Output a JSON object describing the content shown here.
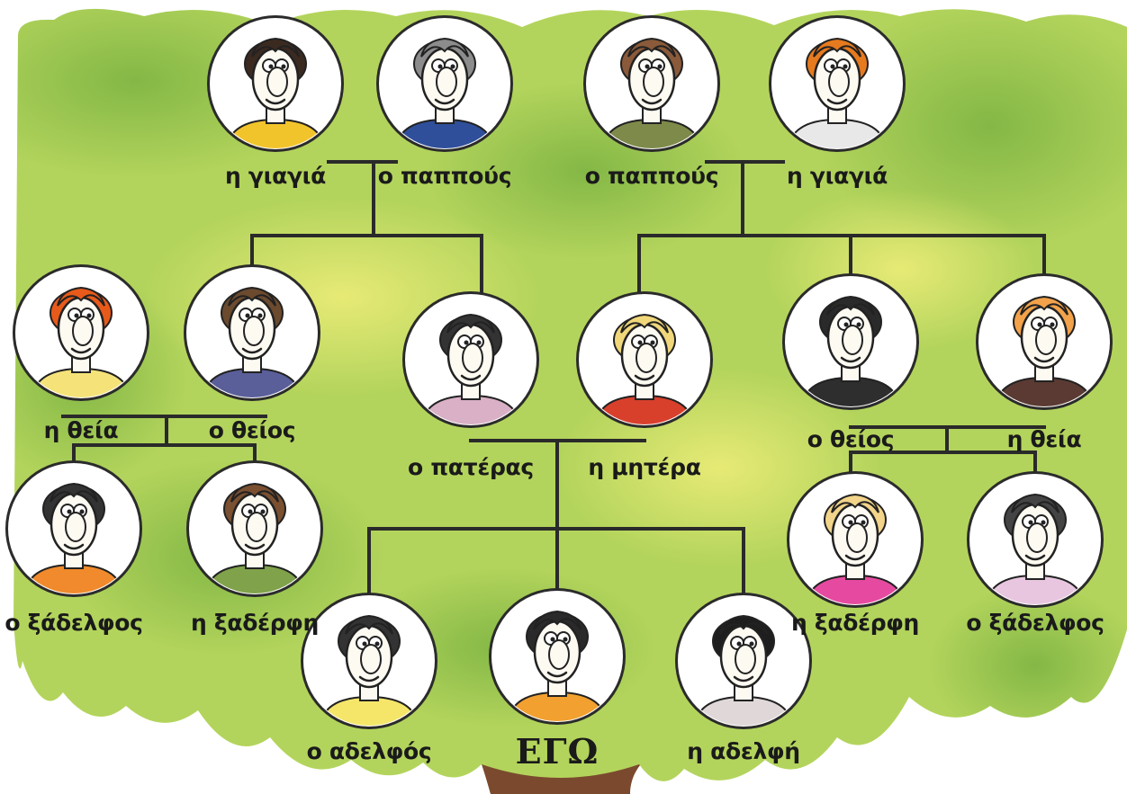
{
  "colors": {
    "foliage_light": "#e9ec74",
    "foliage_mid": "#b3d45c",
    "foliage_dark": "#6aa83a",
    "trunk": "#7b4a2e",
    "line": "#2a2a2a",
    "label": "#1a1a1a"
  },
  "people": [
    {
      "id": "grandmother_paternal",
      "label": "η γιαγιά",
      "icon": "curly-dark-hair-woman-icon",
      "hair": "#3b2a20",
      "shirt": "#f2c42c"
    },
    {
      "id": "grandfather_paternal",
      "label": "ο παππούς",
      "icon": "bald-old-man-icon",
      "hair": "#8c8c8c",
      "shirt": "#2f4f9a"
    },
    {
      "id": "grandfather_maternal",
      "label": "ο παππούς",
      "icon": "hat-bearded-man-icon",
      "hair": "#8a5a3a",
      "shirt": "#7d8a4a"
    },
    {
      "id": "grandmother_maternal",
      "label": "η γιαγιά",
      "icon": "orange-curly-hair-woman-icon",
      "hair": "#e67a1e",
      "shirt": "#e8e8e8"
    },
    {
      "id": "aunt_paternal",
      "label": "η θεία",
      "icon": "orange-hair-woman-icon",
      "hair": "#e85a1a",
      "shirt": "#f5e37a"
    },
    {
      "id": "uncle_paternal",
      "label": "ο θείος",
      "icon": "glasses-man-icon",
      "hair": "#6b4a2e",
      "shirt": "#5a5f9a"
    },
    {
      "id": "father",
      "label": "ο πατέρας",
      "icon": "mustache-man-icon",
      "hair": "#333333",
      "shirt": "#d9b0c6"
    },
    {
      "id": "mother",
      "label": "η μητέρα",
      "icon": "blonde-woman-icon",
      "hair": "#f0d77a",
      "shirt": "#d8402c"
    },
    {
      "id": "uncle_maternal",
      "label": "ο θείος",
      "icon": "spiky-hair-man-icon",
      "hair": "#2a2a2a",
      "shirt": "#2e2e2e"
    },
    {
      "id": "aunt_maternal",
      "label": "η θεία",
      "icon": "bob-hair-woman-icon",
      "hair": "#f2a24a",
      "shirt": "#5a3a32"
    },
    {
      "id": "cousin_m_paternal",
      "label": "ο ξάδελφος",
      "icon": "spiky-hair-boy-icon",
      "hair": "#333333",
      "shirt": "#f08a2c"
    },
    {
      "id": "cousin_f_paternal",
      "label": "η ξαδέρφη",
      "icon": "curly-brown-hair-girl-icon",
      "hair": "#7a5030",
      "shirt": "#7fa24a"
    },
    {
      "id": "cousin_f_maternal",
      "label": "η ξαδέρφη",
      "icon": "long-blonde-hair-girl-icon",
      "hair": "#f2d48a",
      "shirt": "#e64aa0"
    },
    {
      "id": "cousin_m_maternal",
      "label": "ο ξάδελφος",
      "icon": "curly-hair-boy-icon",
      "hair": "#444444",
      "shirt": "#e8c6e0"
    },
    {
      "id": "brother",
      "label": "ο αδελφός",
      "icon": "wavy-hair-boy-icon",
      "hair": "#333333",
      "shirt": "#f5e66a"
    },
    {
      "id": "me",
      "label": "ΕΓΩ",
      "icon": "striped-shirt-child-icon",
      "hair": "#2a2a2a",
      "shirt": "#f2a030"
    },
    {
      "id": "sister",
      "label": "η αδελφή",
      "icon": "curly-black-hair-girl-icon",
      "hair": "#1e1e1e",
      "shirt": "#e0d8d8"
    }
  ]
}
